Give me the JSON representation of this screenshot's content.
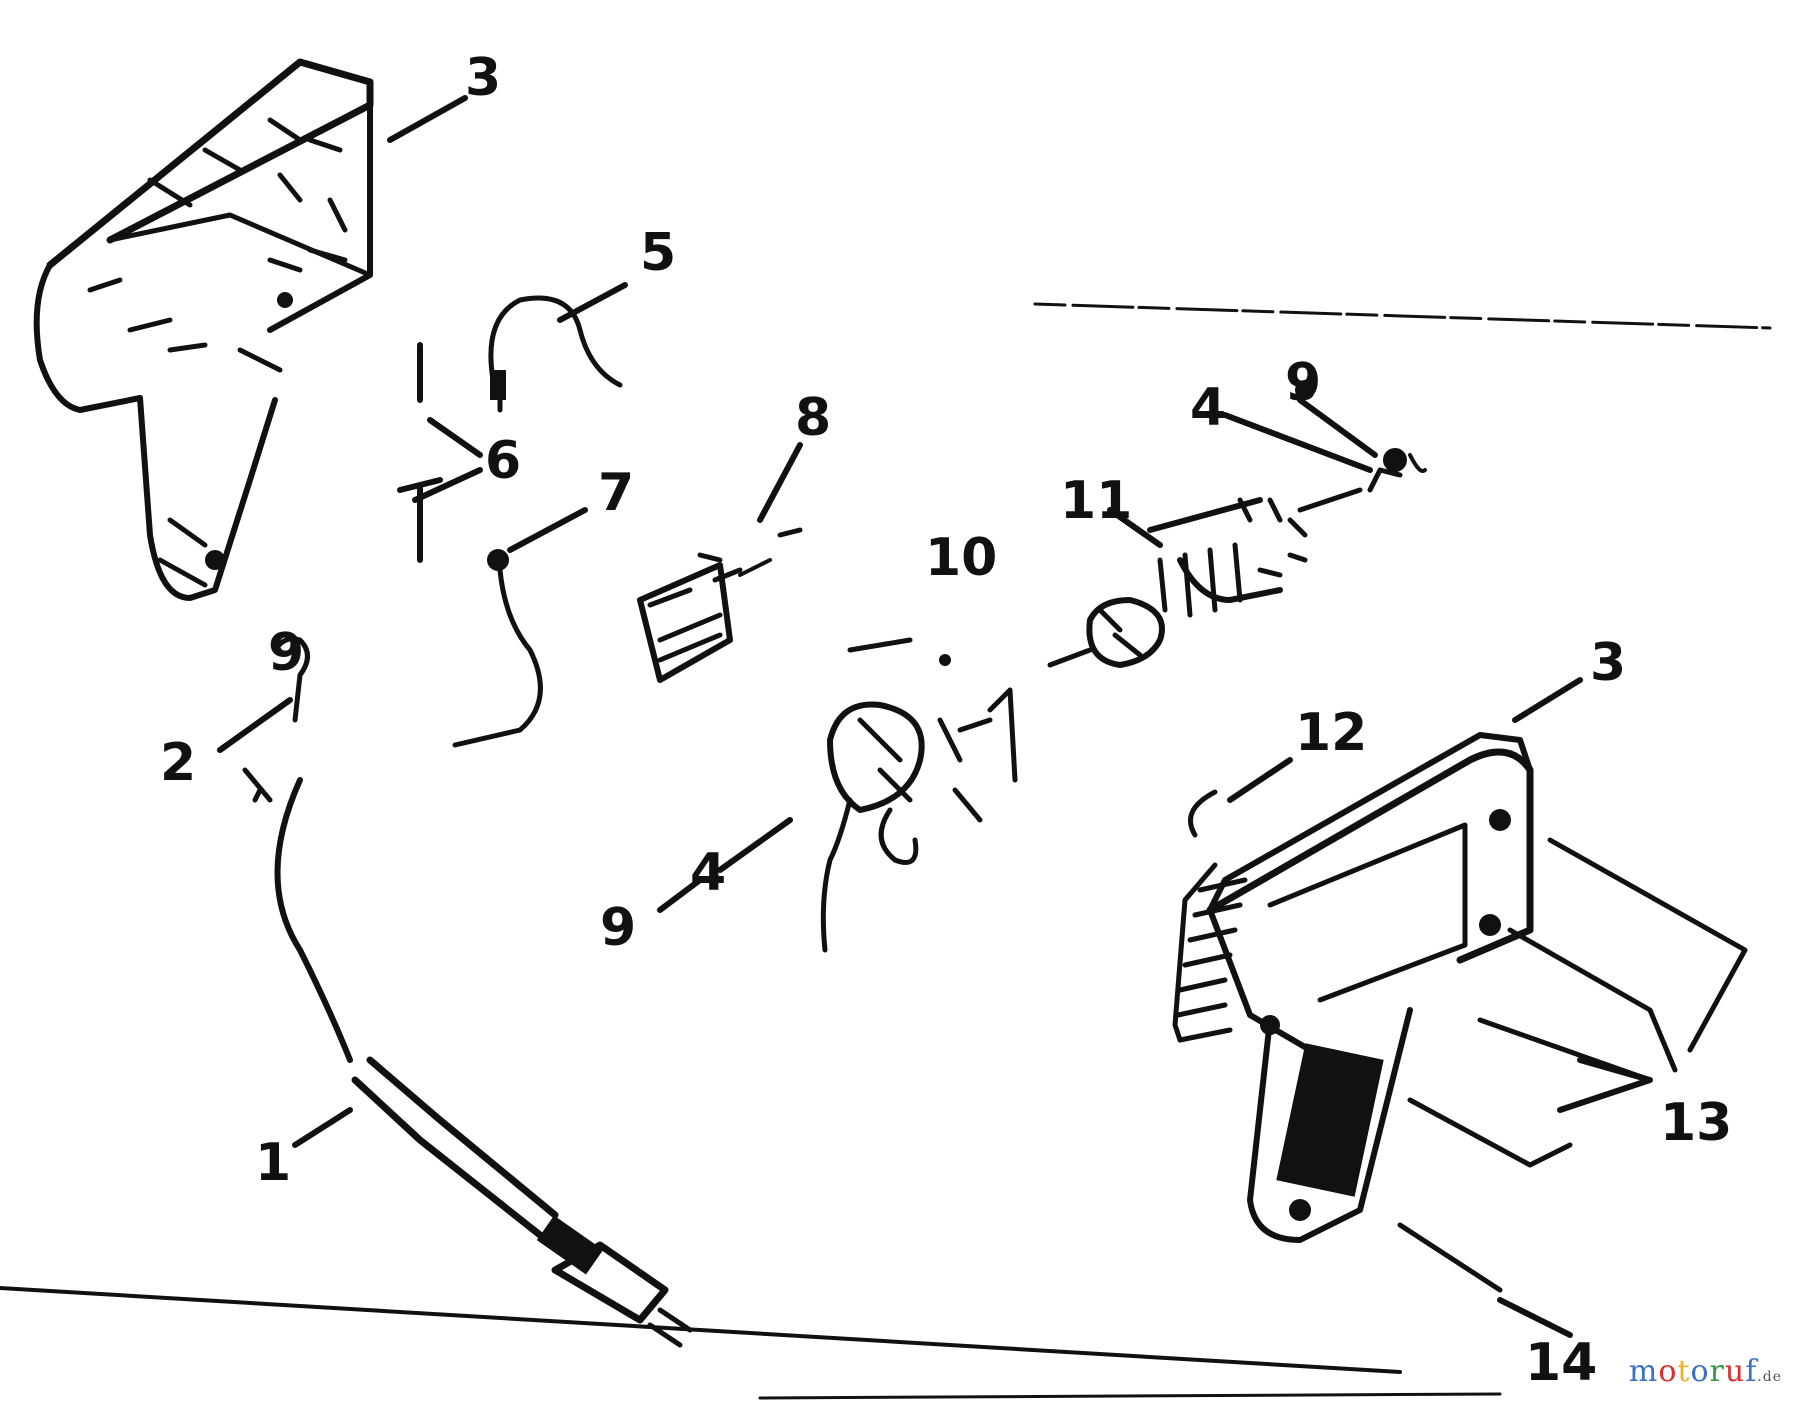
{
  "labels": {
    "handle_half_top": "3",
    "handle_half_bottom": "3",
    "cord_set": "1",
    "strain_relief": "2",
    "brush_holder": "4",
    "lead_wire": "5",
    "screw_pair": "6",
    "lead_wire_short": "7",
    "switch_block": "8",
    "brush_lower": "9",
    "brush_upper": "9",
    "brush_spring_lower": "4",
    "brush_upper_pin": "9",
    "field_assembly": "10",
    "armature": "11",
    "bearing": "12",
    "screws_13": "13",
    "screws_14": "14"
  },
  "watermark": {
    "text": "motoruf",
    "suffix": ".de",
    "letter_colors": [
      "#3a6fc4",
      "#d8302f",
      "#f2b01e",
      "#3a6fc4",
      "#2f9a45",
      "#d8302f",
      "#3a6fc4"
    ]
  }
}
